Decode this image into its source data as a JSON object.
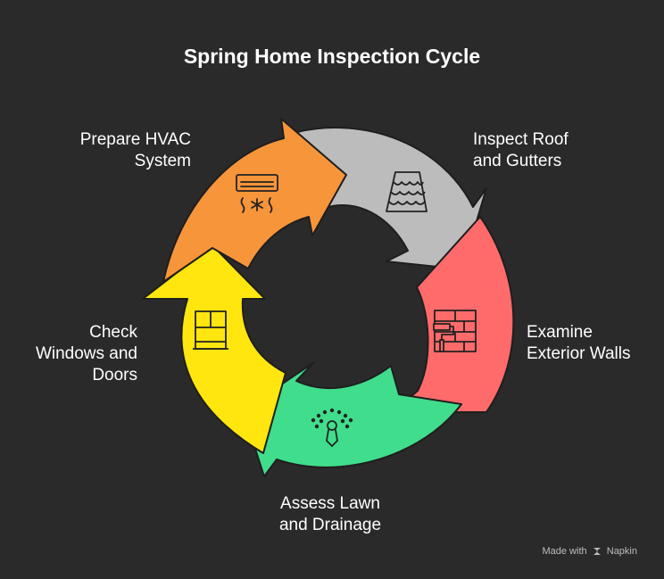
{
  "title": "Spring Home Inspection Cycle",
  "steps": [
    {
      "line1": "Inspect Roof",
      "line2": "and Gutters",
      "icon": "roof-tiles-icon",
      "color": "#bcbcbc"
    },
    {
      "line1": "Examine",
      "line2": "Exterior Walls",
      "icon": "wall-paint-roller-icon",
      "color": "#ff6b6b"
    },
    {
      "line1": "Assess Lawn",
      "line2": "and Drainage",
      "icon": "sprinkler-icon",
      "color": "#40dd8c"
    },
    {
      "line1": "Check",
      "line2": "Windows and",
      "line3": "Doors",
      "icon": "window-icon",
      "color": "#ffe60f"
    },
    {
      "line1": "Prepare HVAC",
      "line2": "System",
      "icon": "air-conditioner-icon",
      "color": "#f7953a"
    }
  ],
  "footer": {
    "made_with": "Made with",
    "brand": "Napkin"
  }
}
